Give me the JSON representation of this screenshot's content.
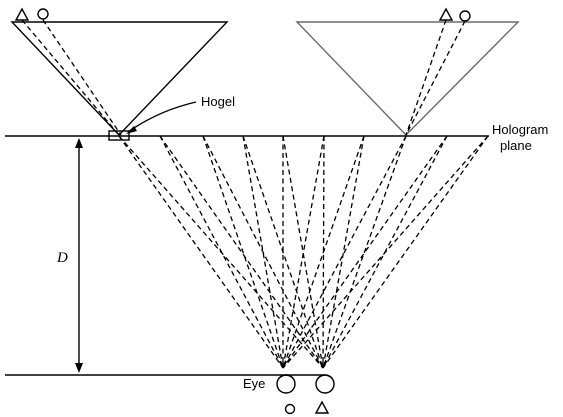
{
  "labels": {
    "hogel": "Hogel",
    "hologram_line1": "Hologram",
    "hologram_line2": "plane",
    "distance": "D",
    "eye": "Eye"
  }
}
